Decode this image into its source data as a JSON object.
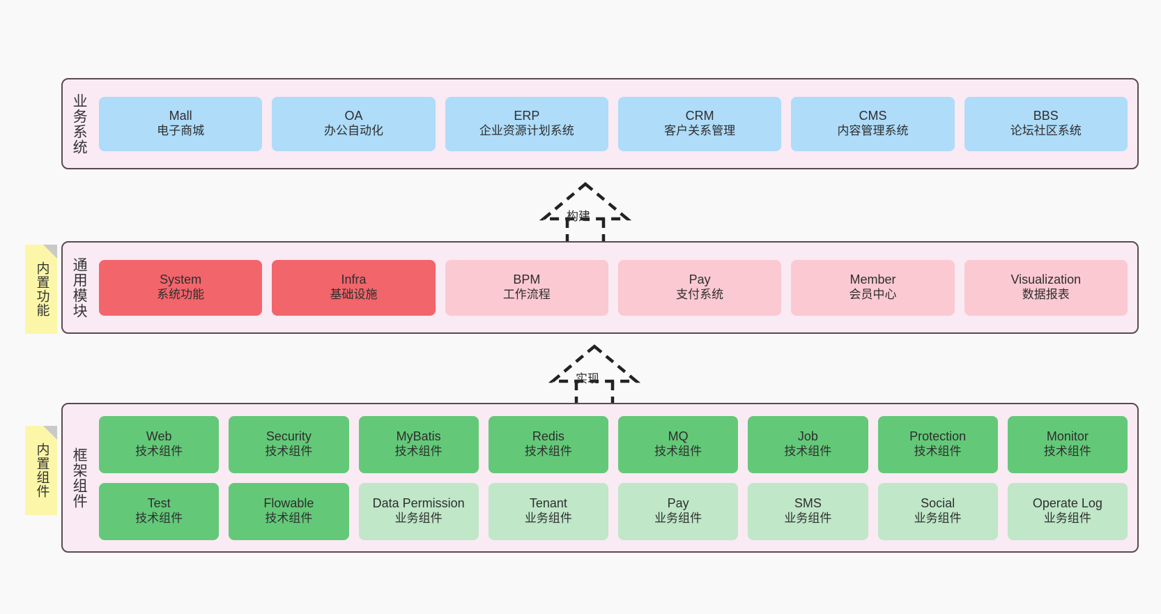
{
  "diagram": {
    "background_color": "#F9F9F9",
    "panel_fill": "#F9EAF3",
    "panel_border": "#594A50",
    "sticky_color": "#FCF7A8"
  },
  "business": {
    "title": "业务系统",
    "items": [
      {
        "en": "Mall",
        "cn": "电子商城"
      },
      {
        "en": "OA",
        "cn": "办公自动化"
      },
      {
        "en": "ERP",
        "cn": "企业资源计划系统"
      },
      {
        "en": "CRM",
        "cn": "客户关系管理"
      },
      {
        "en": "CMS",
        "cn": "内容管理系统"
      },
      {
        "en": "BBS",
        "cn": "论坛社区系统"
      }
    ]
  },
  "connector_build": {
    "label": "构建"
  },
  "connector_impl": {
    "label": "实现"
  },
  "modules": {
    "title": "通用模块",
    "sticky": "内置功能",
    "items": [
      {
        "en": "System",
        "cn": "系统功能",
        "color": "red"
      },
      {
        "en": "Infra",
        "cn": "基础设施",
        "color": "red"
      },
      {
        "en": "BPM",
        "cn": "工作流程",
        "color": "pinklight"
      },
      {
        "en": "Pay",
        "cn": "支付系统",
        "color": "pinklight"
      },
      {
        "en": "Member",
        "cn": "会员中心",
        "color": "pinklight"
      },
      {
        "en": "Visualization",
        "cn": "数据报表",
        "color": "pinklight"
      }
    ]
  },
  "framework": {
    "title": "框架组件",
    "sticky": "内置组件",
    "row1": [
      {
        "en": "Web",
        "cn": "技术组件",
        "color": "green"
      },
      {
        "en": "Security",
        "cn": "技术组件",
        "color": "green"
      },
      {
        "en": "MyBatis",
        "cn": "技术组件",
        "color": "green"
      },
      {
        "en": "Redis",
        "cn": "技术组件",
        "color": "green"
      },
      {
        "en": "MQ",
        "cn": "技术组件",
        "color": "green"
      },
      {
        "en": "Job",
        "cn": "技术组件",
        "color": "green"
      },
      {
        "en": "Protection",
        "cn": "技术组件",
        "color": "green"
      },
      {
        "en": "Monitor",
        "cn": "技术组件",
        "color": "green"
      }
    ],
    "row2": [
      {
        "en": "Test",
        "cn": "技术组件",
        "color": "green"
      },
      {
        "en": "Flowable",
        "cn": "技术组件",
        "color": "green"
      },
      {
        "en": "Data Permission",
        "cn": "业务组件",
        "color": "greenlight"
      },
      {
        "en": "Tenant",
        "cn": "业务组件",
        "color": "greenlight"
      },
      {
        "en": "Pay",
        "cn": "业务组件",
        "color": "greenlight"
      },
      {
        "en": "SMS",
        "cn": "业务组件",
        "color": "greenlight"
      },
      {
        "en": "Social",
        "cn": "业务组件",
        "color": "greenlight"
      },
      {
        "en": "Operate Log",
        "cn": "业务组件",
        "color": "greenlight"
      }
    ]
  }
}
